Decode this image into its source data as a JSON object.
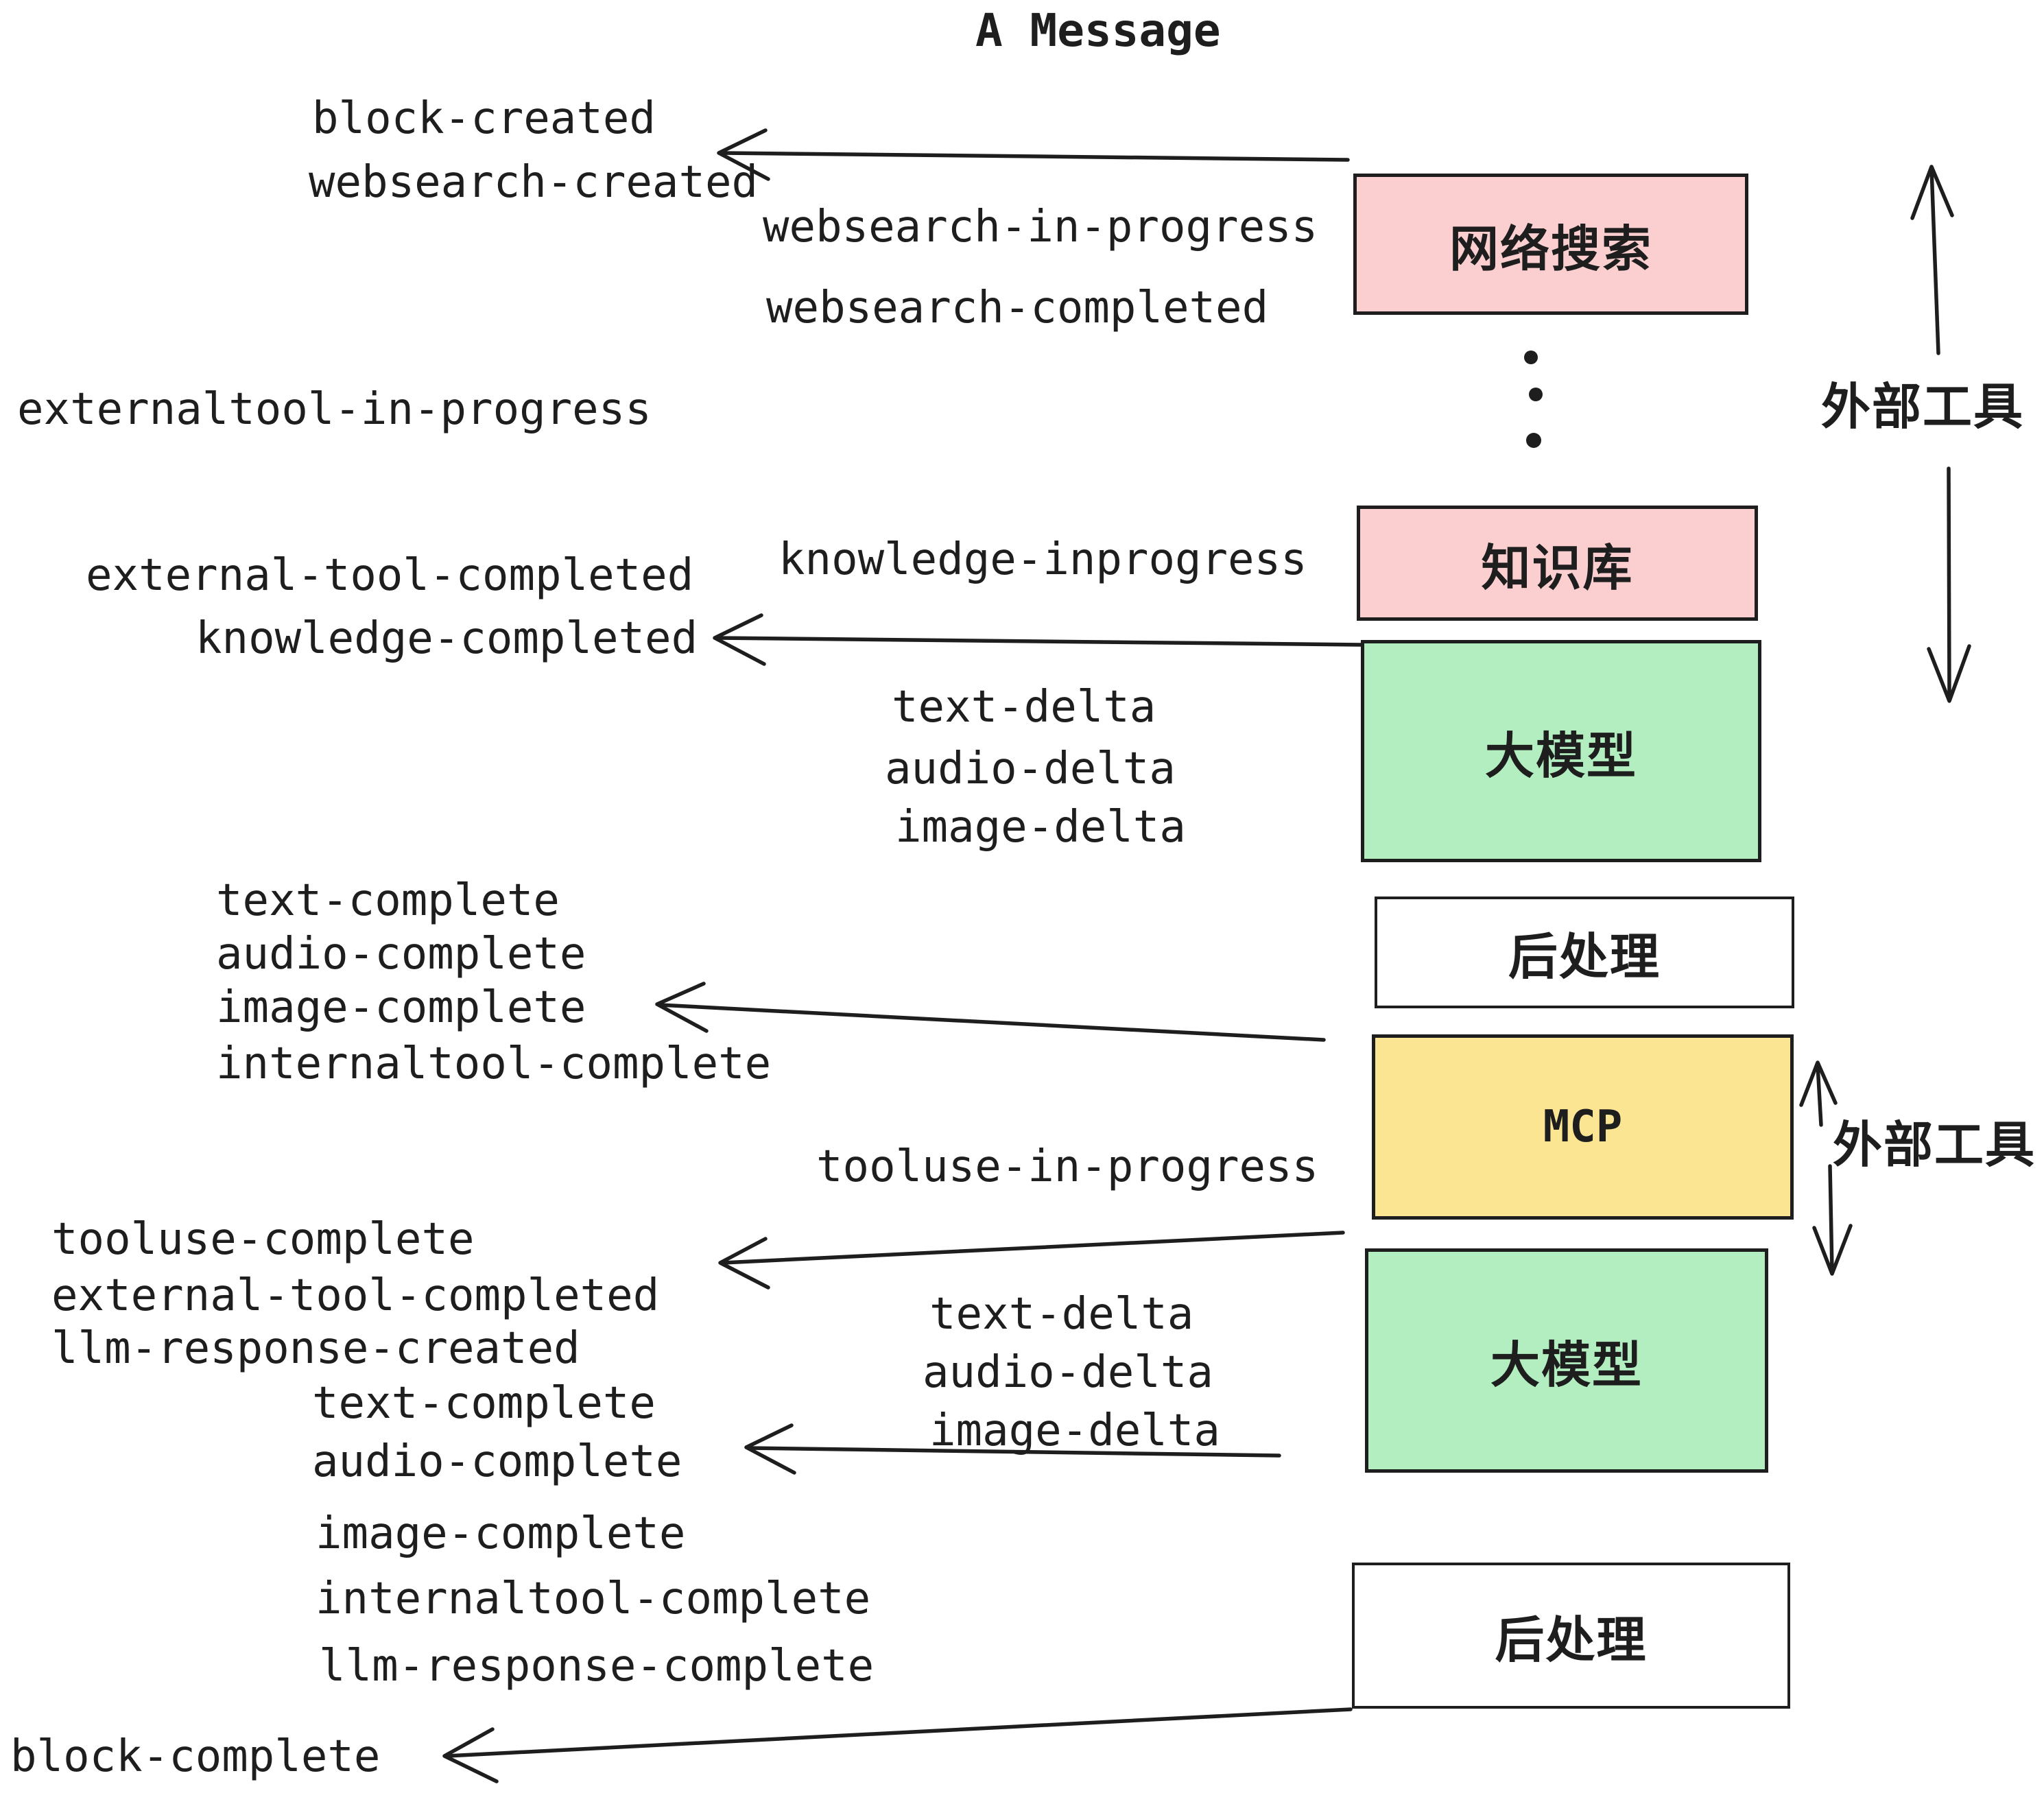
{
  "title": "A Message",
  "colors": {
    "pink": "#fbcfd0",
    "green": "#b2eec0",
    "yellow": "#fbe592",
    "white": "#ffffff",
    "ink": "#1e1e1e"
  },
  "boxes": {
    "websearch": "网络搜索",
    "knowledge": "知识库",
    "llm_top": "大模型",
    "post_top": "后处理",
    "mcp": "MCP",
    "llm_bottom": "大模型",
    "post_bottom": "后处理"
  },
  "side_labels": {
    "external_tools_top": "外部工具",
    "external_tools_mcp": "外部工具"
  },
  "events": {
    "block_created": "block-created",
    "websearch_created": "websearch-created",
    "websearch_in_progress": "websearch-in-progress",
    "websearch_completed": "websearch-completed",
    "externaltool_in_progress": "externaltool-in-progress",
    "knowledge_inprogress": "knowledge-inprogress",
    "external_tool_completed_1": "external-tool-completed",
    "knowledge_completed": "knowledge-completed",
    "text_delta_1": "text-delta",
    "audio_delta_1": "audio-delta",
    "image_delta_1": "image-delta",
    "text_complete_1": "text-complete",
    "audio_complete_1": "audio-complete",
    "image_complete_1": "image-complete",
    "internaltool_complete_1": "internaltool-complete",
    "tooluse_in_progress": "tooluse-in-progress",
    "tooluse_complete": "tooluse-complete",
    "external_tool_completed_2": "external-tool-completed",
    "llm_response_created": "llm-response-created",
    "text_delta_2": "text-delta",
    "audio_delta_2": "audio-delta",
    "image_delta_2": "image-delta",
    "text_complete_2": "text-complete",
    "audio_complete_2": "audio-complete",
    "image_complete_2": "image-complete",
    "internaltool_complete_2": "internaltool-complete",
    "llm_response_complete": "llm-response-complete",
    "block_complete": "block-complete"
  }
}
